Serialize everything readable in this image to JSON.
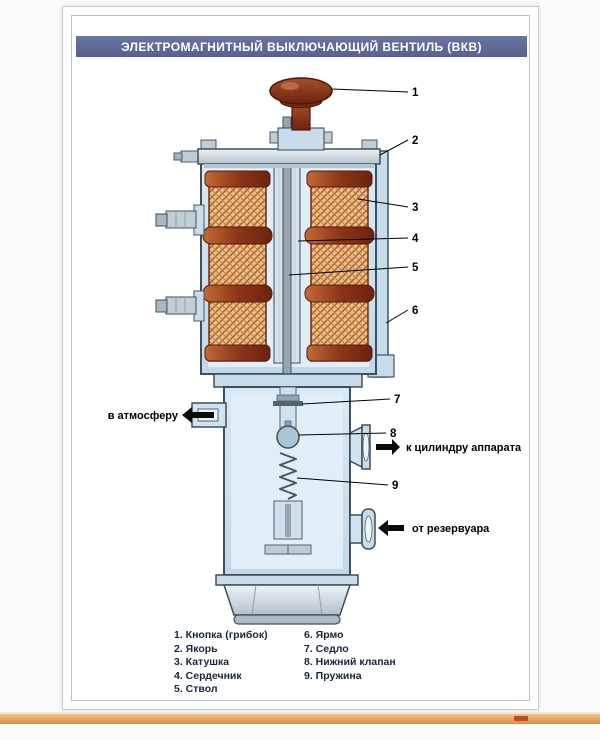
{
  "poster": {
    "title": "ЭЛЕКТРОМАГНИТНЫЙ ВЫКЛЮЧАЮЩИЙ ВЕНТИЛЬ (ВКВ)"
  },
  "callouts": [
    "1",
    "2",
    "3",
    "4",
    "5",
    "6",
    "7",
    "8",
    "9"
  ],
  "flow_labels": {
    "to_atmosphere": "в атмосферу",
    "to_cylinder": "к цилиндру аппарата",
    "from_reservoir": "от резервуара"
  },
  "legend": {
    "col1": [
      "1. Кнопка (грибок)",
      "2. Якорь",
      "3. Катушка",
      "4. Сердечник",
      "5. Ствол"
    ],
    "col2": [
      "6. Ярмо",
      "7. Седло",
      "8. Нижний клапан",
      "9. Пружина"
    ]
  },
  "colors": {
    "title_bg": "#5d6794",
    "button_cap": "#7b2817",
    "coil_spool": "#8e3618",
    "coil_winding": "#e3c08f",
    "valve_body": "#cfe3f0",
    "bottom_band": "#d98f3f"
  }
}
